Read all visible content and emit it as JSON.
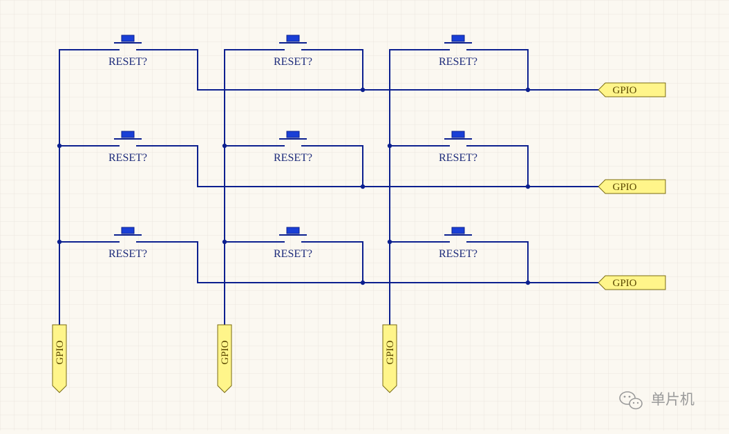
{
  "colors": {
    "background": "#fbf8f1",
    "grid": "#ebe6de",
    "wire": "#0b1f8f",
    "button_cap": "#1a3fd6",
    "label_text": "#1c2a7a",
    "port_fill": "#fff58a",
    "port_stroke": "#7a6a10",
    "port_text": "#5a4800",
    "watermark": "#9a9a9a"
  },
  "matrix": {
    "rows": 3,
    "cols": 3,
    "switch_label": "RESET?"
  },
  "ports": {
    "row_label": "GPIO",
    "column_label": "GPIO"
  },
  "watermark": {
    "icon": "wechat-icon",
    "text": "单片机"
  }
}
